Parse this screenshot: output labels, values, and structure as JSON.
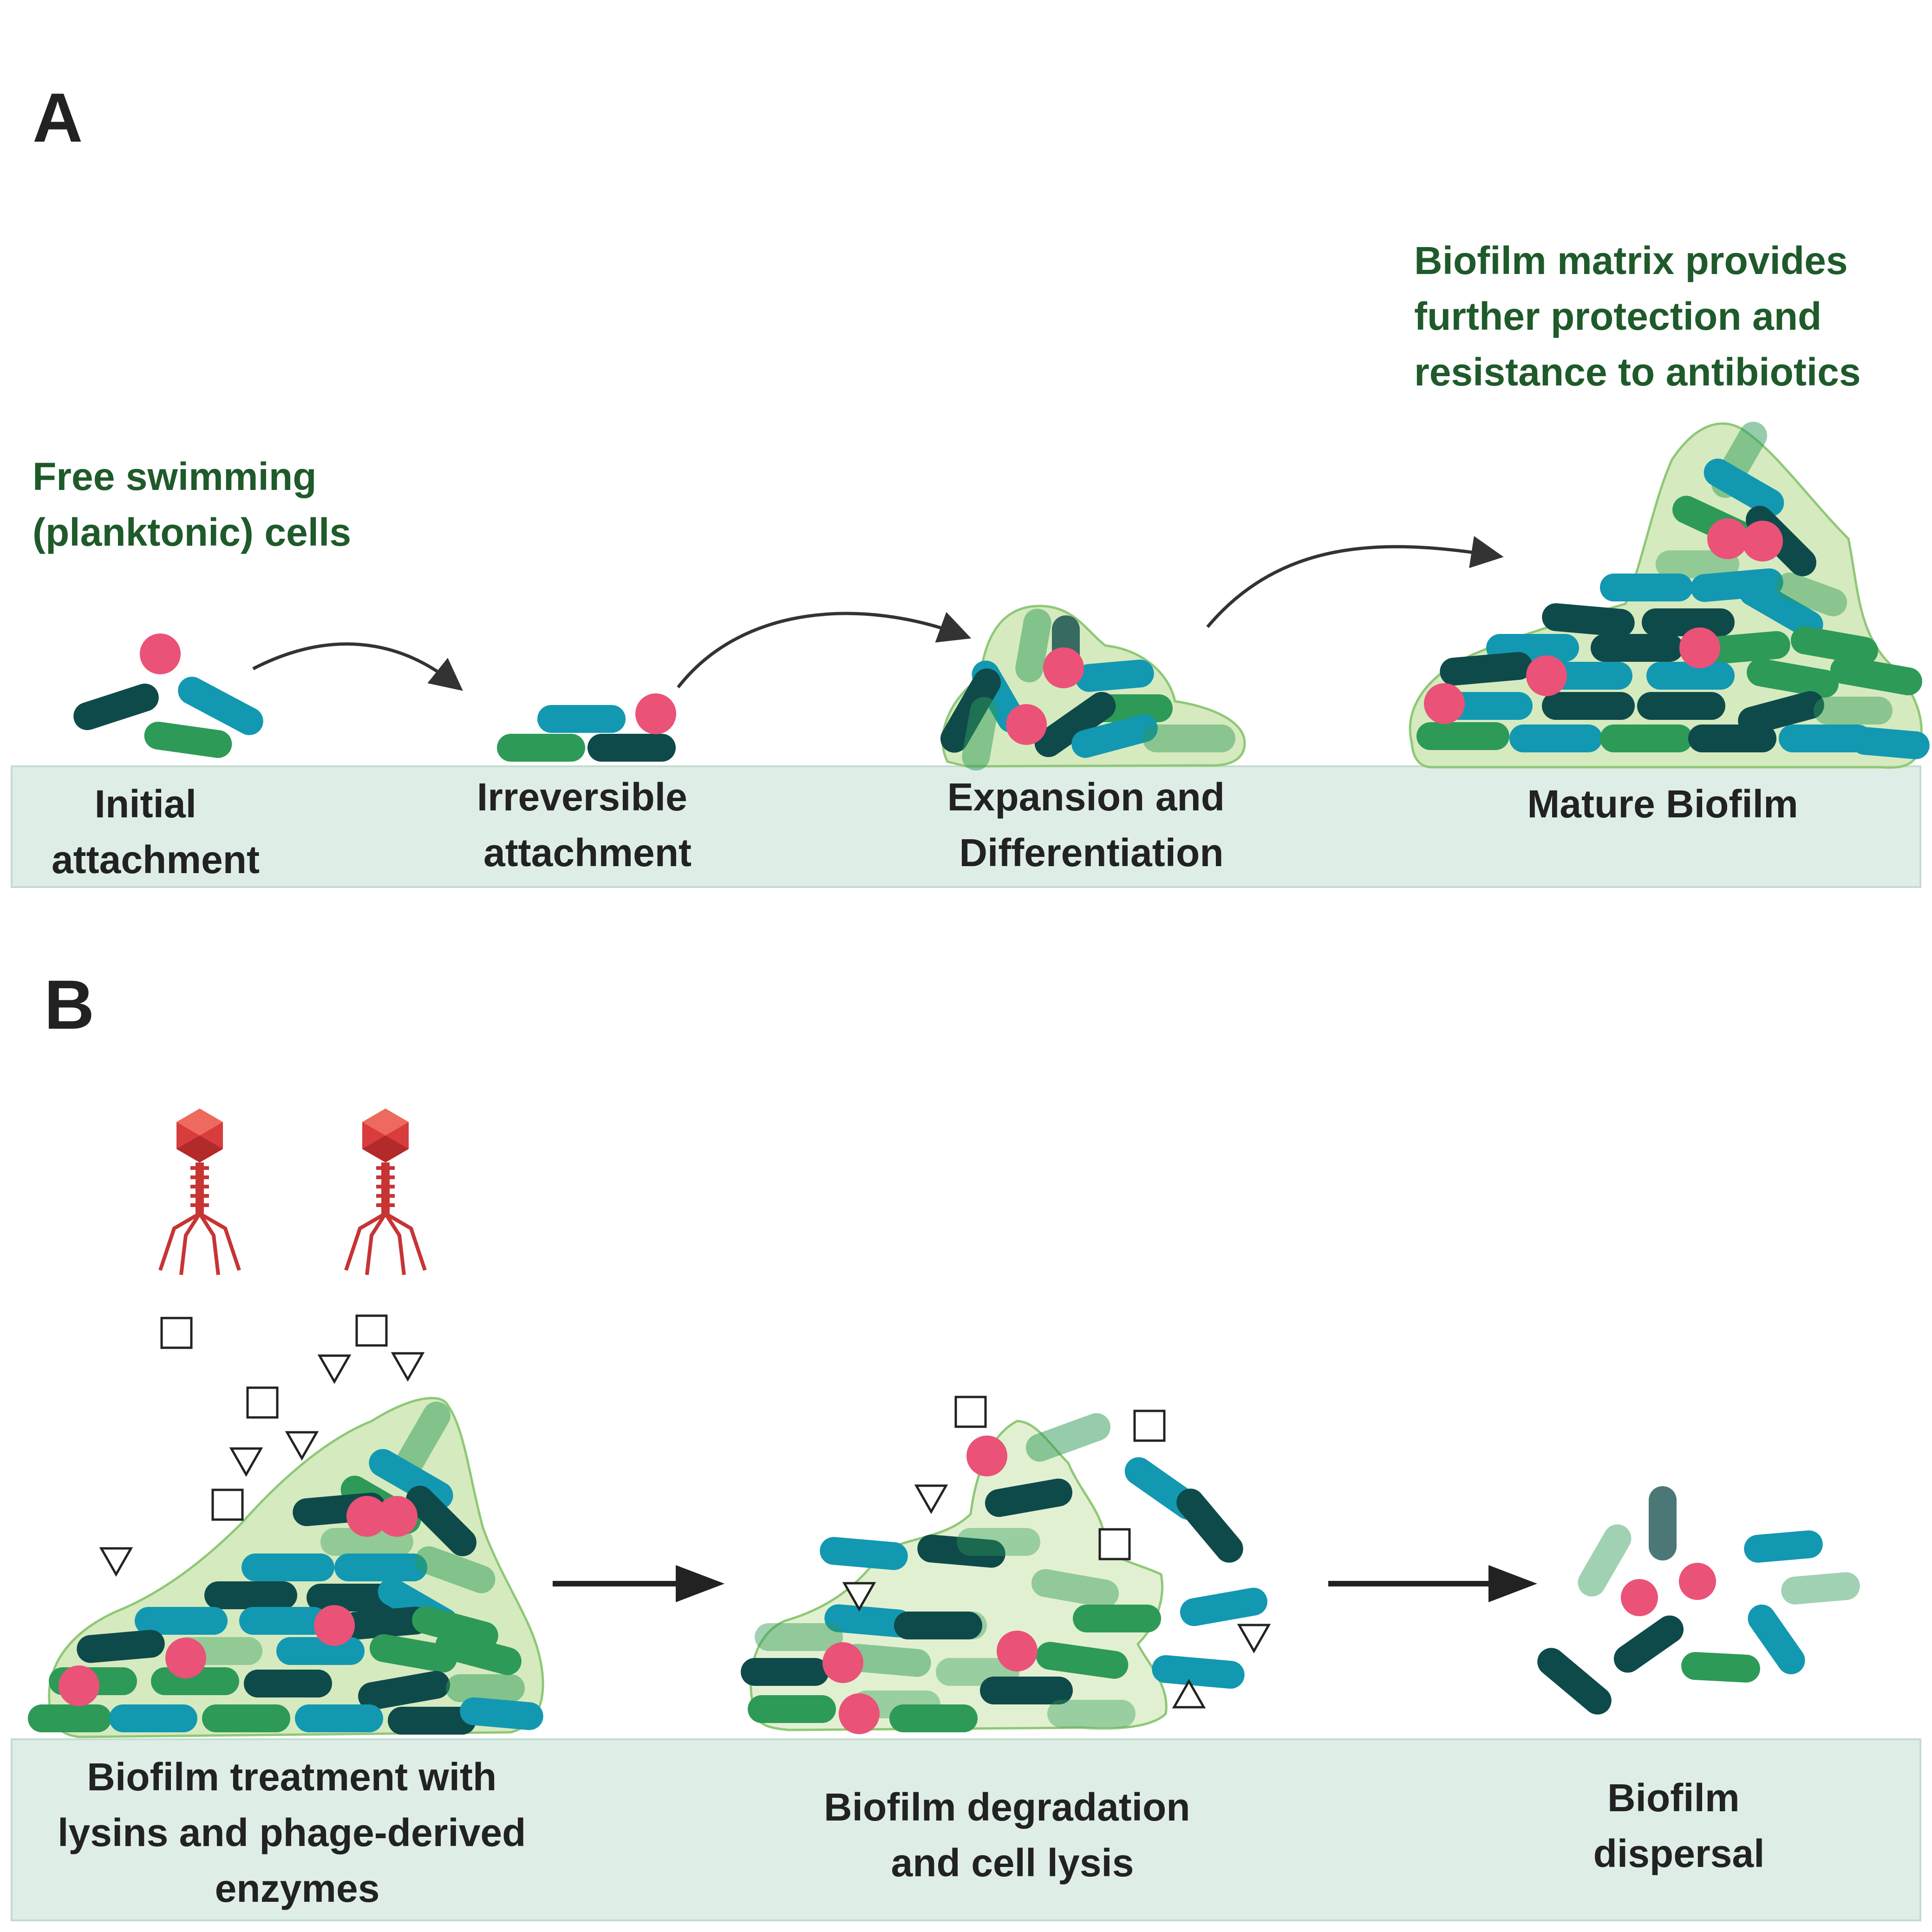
{
  "panel_a": {
    "letter": "A",
    "free_cells_label": [
      "Free swimming",
      "(planktonic) cells"
    ],
    "matrix_label": [
      "Biofilm matrix provides",
      "further protection and",
      "resistance to antibiotics"
    ],
    "stages": [
      {
        "label": [
          "Initial",
          "attachment"
        ]
      },
      {
        "label": [
          "Irreversible",
          "attachment"
        ]
      },
      {
        "label": [
          "Expansion and",
          "Differentiation"
        ]
      },
      {
        "label": [
          "Mature Biofilm"
        ]
      }
    ]
  },
  "panel_b": {
    "letter": "B",
    "stages": [
      {
        "label": [
          "Biofilm treatment with",
          "lysins and phage-derived",
          "enzymes"
        ]
      },
      {
        "label": [
          "Biofilm degradation",
          "and cell lysis"
        ]
      },
      {
        "label": [
          "Biofilm",
          "dispersal"
        ]
      }
    ]
  },
  "colors": {
    "surface": "#deeee6",
    "surface_border": "#c3dccf",
    "matrix_fill": "#cfe6b4",
    "matrix_stroke": "#8fc877",
    "dark_teal": "#0f4a4a",
    "teal": "#1398b2",
    "green": "#2e9a57",
    "pink": "#ea5278",
    "phage": "#d83c3c",
    "label_green": "#1f5a2a",
    "arrow": "#222222"
  }
}
